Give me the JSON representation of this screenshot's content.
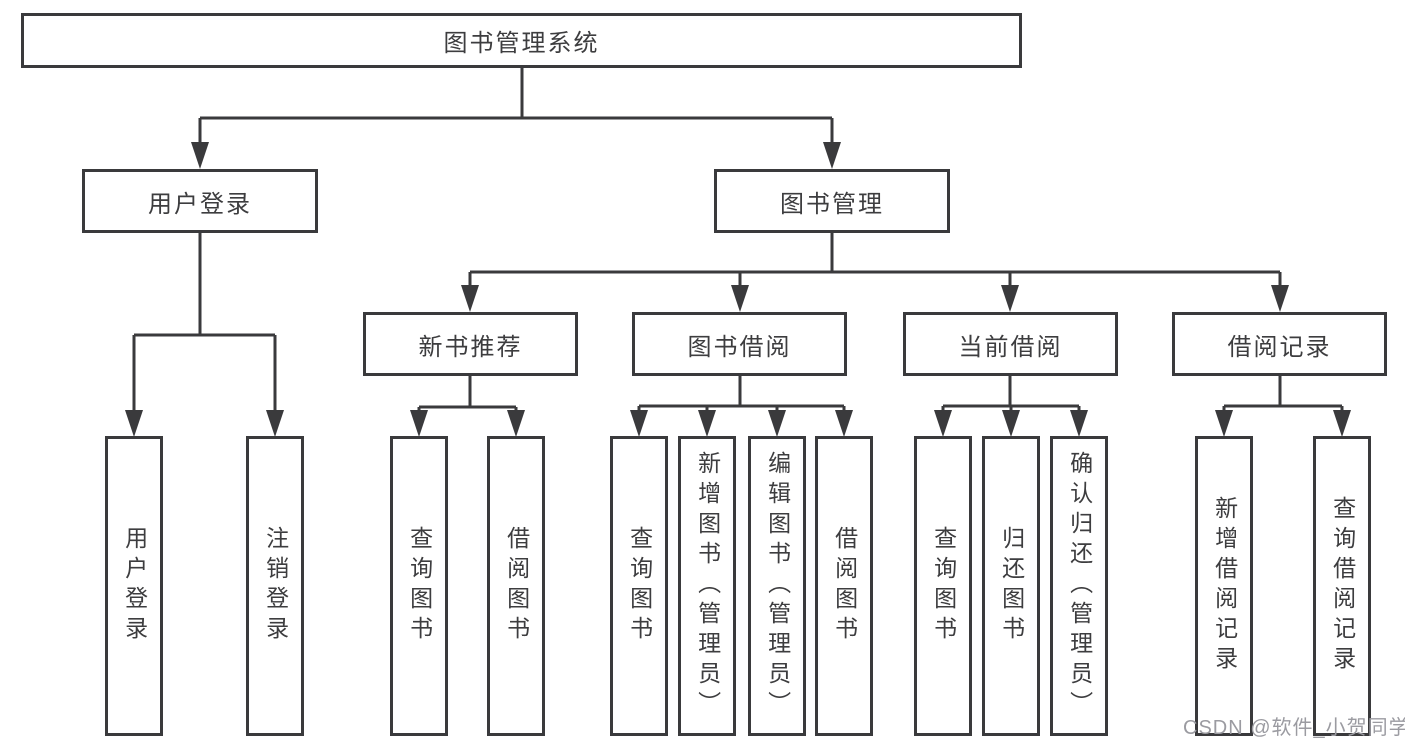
{
  "title": {
    "label": "图书管理系统"
  },
  "level2": {
    "user_login": {
      "label": "用户登录"
    },
    "book_management": {
      "label": "图书管理"
    }
  },
  "level3": {
    "new_book_recommend": {
      "label": "新书推荐"
    },
    "book_borrow": {
      "label": "图书借阅"
    },
    "current_borrow": {
      "label": "当前借阅"
    },
    "borrow_record": {
      "label": "借阅记录"
    }
  },
  "leaves": {
    "user_login": {
      "label": "用户登录"
    },
    "logout": {
      "label": "注销登录"
    },
    "recommend_query_books": {
      "label": "查询图书"
    },
    "recommend_borrow_books": {
      "label": "借阅图书"
    },
    "borrow_query_books": {
      "label": "查询图书"
    },
    "add_books_admin": {
      "label": "新增图书（管理员）"
    },
    "edit_books_admin": {
      "label": "编辑图书（管理员）"
    },
    "borrow_borrow_books": {
      "label": "借阅图书"
    },
    "current_query_books": {
      "label": "查询图书"
    },
    "return_books": {
      "label": "归还图书"
    },
    "confirm_return_admin": {
      "label": "确认归还（管理员）"
    },
    "add_borrow_record": {
      "label": "新增借阅记录"
    },
    "query_borrow_record": {
      "label": "查询借阅记录"
    }
  },
  "watermark": {
    "text": "CSDN @软件_小贺同学"
  },
  "colors": {
    "line": "#3a3a3c",
    "text": "#3d3d3f",
    "watermark": "#9b9ba1",
    "background": "#ffffff"
  }
}
